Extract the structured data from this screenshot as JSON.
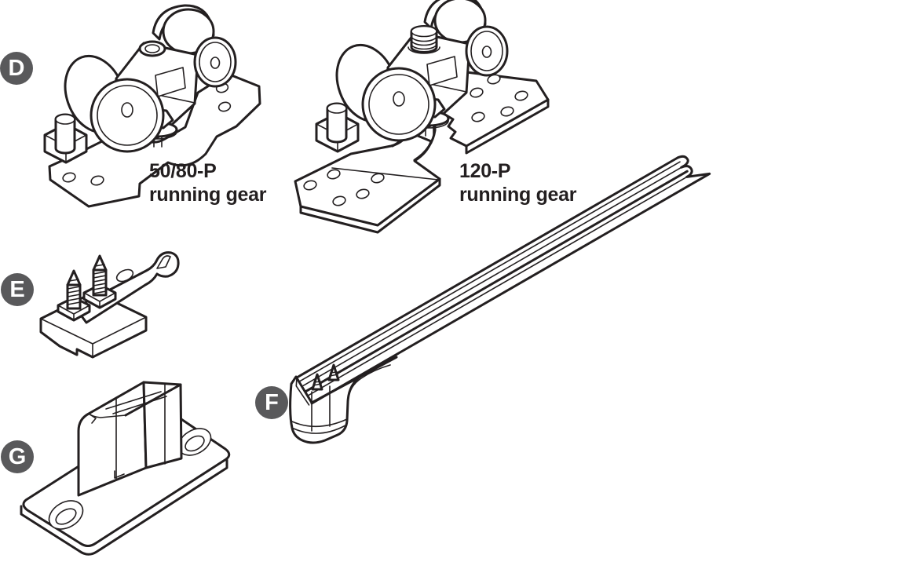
{
  "diagram": {
    "background": "#ffffff",
    "line_color": "#231f20",
    "badge_color": "#59595b",
    "badge_text_color": "#ffffff",
    "badges": {
      "d": "D",
      "e": "E",
      "f": "F",
      "g": "G"
    },
    "captions": {
      "gear_50_80": {
        "line1": "50/80-P",
        "line2": "running gear"
      },
      "gear_120": {
        "line1": "120-P",
        "line2": "running gear"
      }
    }
  }
}
